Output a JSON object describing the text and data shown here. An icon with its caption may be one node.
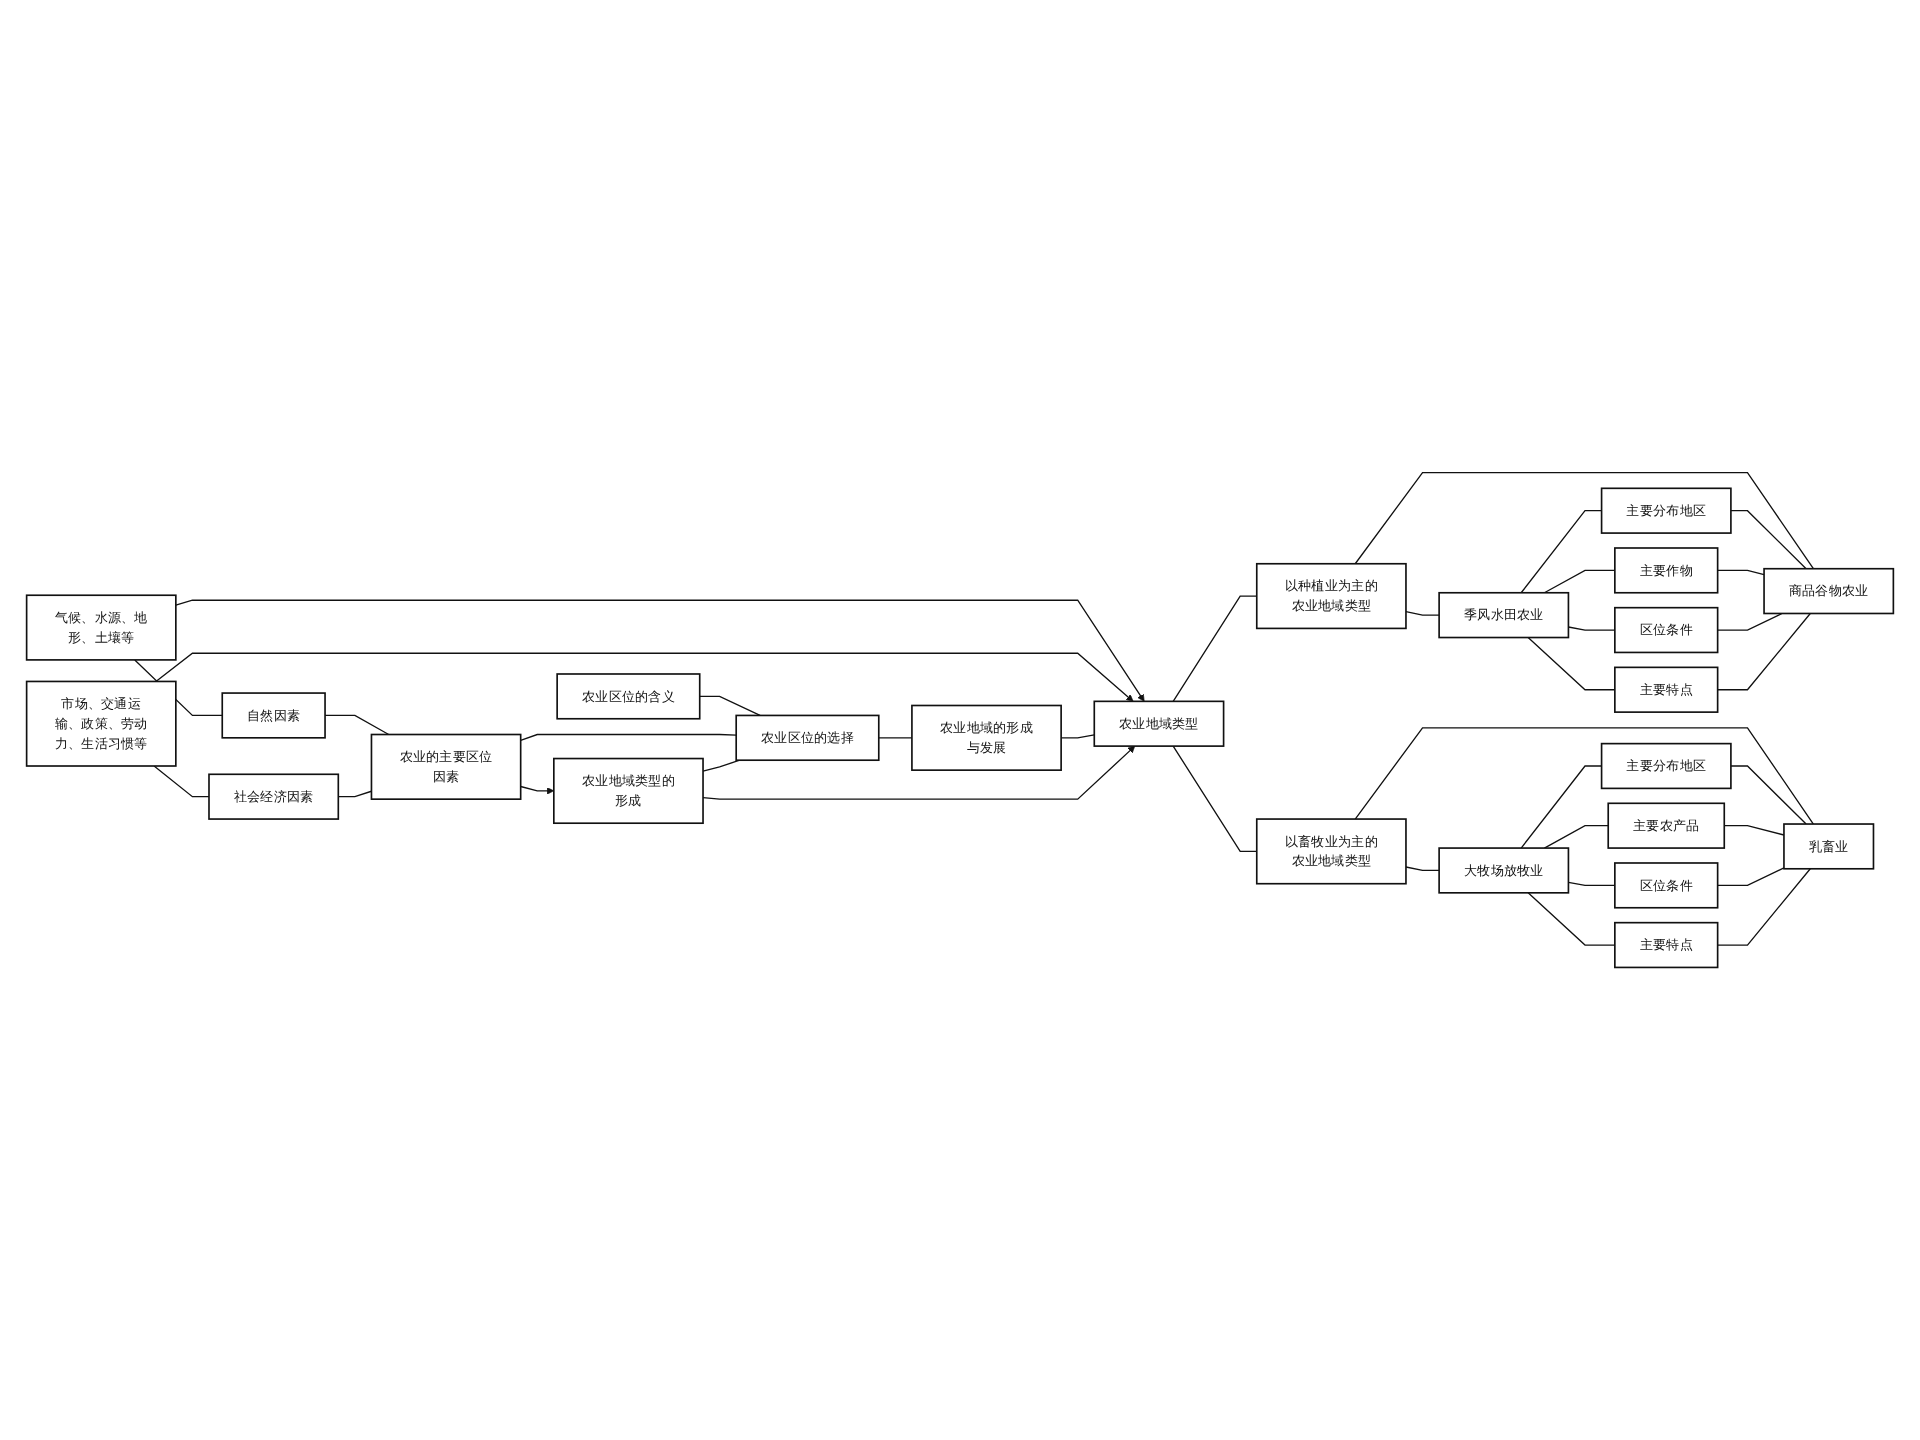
{
  "diagram": {
    "nodes": [
      {
        "text": [
          "气候、水源、地形、土壤等"
        ]
      },
      {
        "text": [
          "市场、交通运输、政策、劳动力、生活习惯等"
        ]
      },
      {
        "text": [
          "自然因素"
        ]
      },
      {
        "text": [
          "社会经济因素"
        ]
      },
      {
        "text": [
          "农业区位的含义"
        ]
      },
      {
        "text": [
          "农业的主要区位因素"
        ]
      },
      {
        "text": [
          "农业地域类型的形成"
        ]
      },
      {
        "text": [
          "农业区位的选择"
        ]
      },
      {
        "text": [
          "农业地域的形成与发展"
        ]
      },
      {
        "text": [
          "农业地域类型"
        ]
      },
      {
        "text": [
          "以种植业为主的农业地域类型"
        ]
      },
      {
        "text": [
          "以畜牧业为主的农业地域类型"
        ]
      },
      {
        "text": [
          "季风水田农业"
        ]
      },
      {
        "text": [
          "主要分布地区"
        ]
      },
      {
        "text": [
          "主要作物"
        ]
      },
      {
        "text": [
          "区位条件"
        ]
      },
      {
        "text": [
          "主要特点"
        ]
      },
      {
        "text": [
          "商品谷物农业"
        ]
      },
      {
        "text": [
          "大牧场放牧业"
        ]
      },
      {
        "text": [
          "主要分布地区"
        ]
      },
      {
        "text": [
          "主要农产品"
        ]
      },
      {
        "text": [
          "区位条件"
        ]
      },
      {
        "text": [
          "主要特点"
        ]
      },
      {
        "text": [
          "乳畜业"
        ]
      }
    ],
    "edges": [
      {
        "from": 0,
        "to": 2,
        "arrow": "none"
      },
      {
        "from": 1,
        "to": 3,
        "arrow": "none"
      },
      {
        "from": 2,
        "to": 5,
        "arrow": "none"
      },
      {
        "from": 3,
        "to": 5,
        "arrow": "none"
      },
      {
        "from": 0,
        "to": 9,
        "arrow": "to"
      },
      {
        "from": 1,
        "to": 9,
        "arrow": "to"
      },
      {
        "from": 5,
        "to": 6,
        "arrow": "to"
      },
      {
        "from": 4,
        "to": 7,
        "arrow": "none"
      },
      {
        "from": 5,
        "to": 7,
        "arrow": "none"
      },
      {
        "from": 6,
        "to": 7,
        "arrow": "none"
      },
      {
        "from": 7,
        "to": 8,
        "arrow": "none"
      },
      {
        "from": 8,
        "to": 9,
        "arrow": "none"
      },
      {
        "from": 6,
        "to": 9,
        "arrow": "to"
      },
      {
        "from": 9,
        "to": 10,
        "arrow": "none"
      },
      {
        "from": 9,
        "to": 11,
        "arrow": "none"
      },
      {
        "from": 10,
        "to": 12,
        "arrow": "none"
      },
      {
        "from": 10,
        "to": 17,
        "arrow": "none"
      },
      {
        "from": 12,
        "to": 13,
        "arrow": "none"
      },
      {
        "from": 12,
        "to": 14,
        "arrow": "none"
      },
      {
        "from": 12,
        "to": 15,
        "arrow": "none"
      },
      {
        "from": 12,
        "to": 16,
        "arrow": "none"
      },
      {
        "from": 13,
        "to": 17,
        "arrow": "none"
      },
      {
        "from": 14,
        "to": 17,
        "arrow": "none"
      },
      {
        "from": 15,
        "to": 17,
        "arrow": "none"
      },
      {
        "from": 16,
        "to": 17,
        "arrow": "none"
      },
      {
        "from": 11,
        "to": 18,
        "arrow": "none"
      },
      {
        "from": 11,
        "to": 23,
        "arrow": "none"
      },
      {
        "from": 18,
        "to": 19,
        "arrow": "none"
      },
      {
        "from": 18,
        "to": 20,
        "arrow": "none"
      },
      {
        "from": 18,
        "to": 21,
        "arrow": "none"
      },
      {
        "from": 18,
        "to": 22,
        "arrow": "none"
      },
      {
        "from": 19,
        "to": 23,
        "arrow": "none"
      },
      {
        "from": 20,
        "to": 23,
        "arrow": "none"
      },
      {
        "from": 21,
        "to": 23,
        "arrow": "none"
      },
      {
        "from": 22,
        "to": 23,
        "arrow": "none"
      }
    ]
  }
}
